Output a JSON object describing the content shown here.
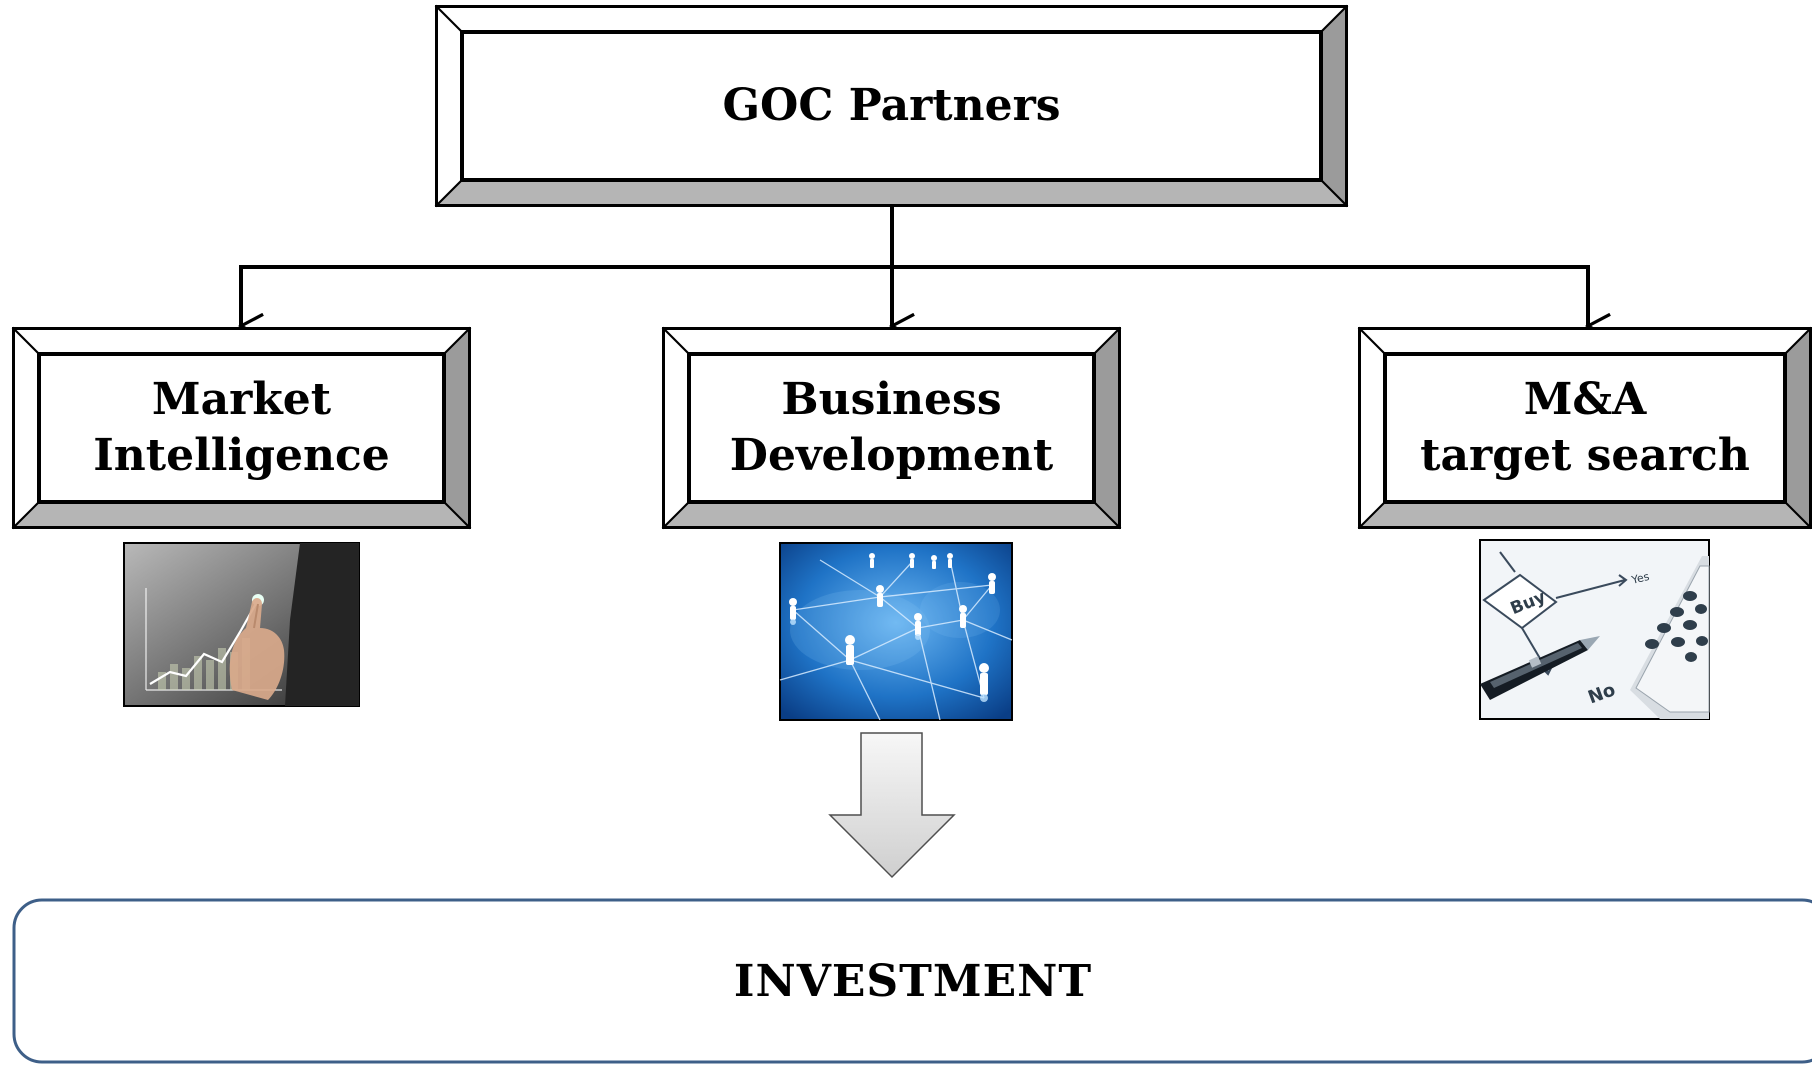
{
  "root": {
    "title": "GOC Partners"
  },
  "branches": [
    {
      "id": "market",
      "line1": "Market",
      "line2": "Intelligence",
      "image": "business-chart-touch-photo"
    },
    {
      "id": "bizdev",
      "line1": "Business",
      "line2": "Development",
      "image": "global-network-people-photo"
    },
    {
      "id": "ma",
      "line1": "M&A",
      "line2": "target search",
      "image": "buy-decision-calculator-photo"
    }
  ],
  "photo_text": {
    "buy": "Buy",
    "yes": "Yes",
    "no": "No"
  },
  "result": {
    "label": "INVESTMENT"
  },
  "colors": {
    "border": "#000000",
    "bevel_shadow": "#9b9b9b",
    "bevel_light": "#ffffff",
    "investment_border": "#3e5f88",
    "down_arrow_fill": "#d9d9d9"
  }
}
